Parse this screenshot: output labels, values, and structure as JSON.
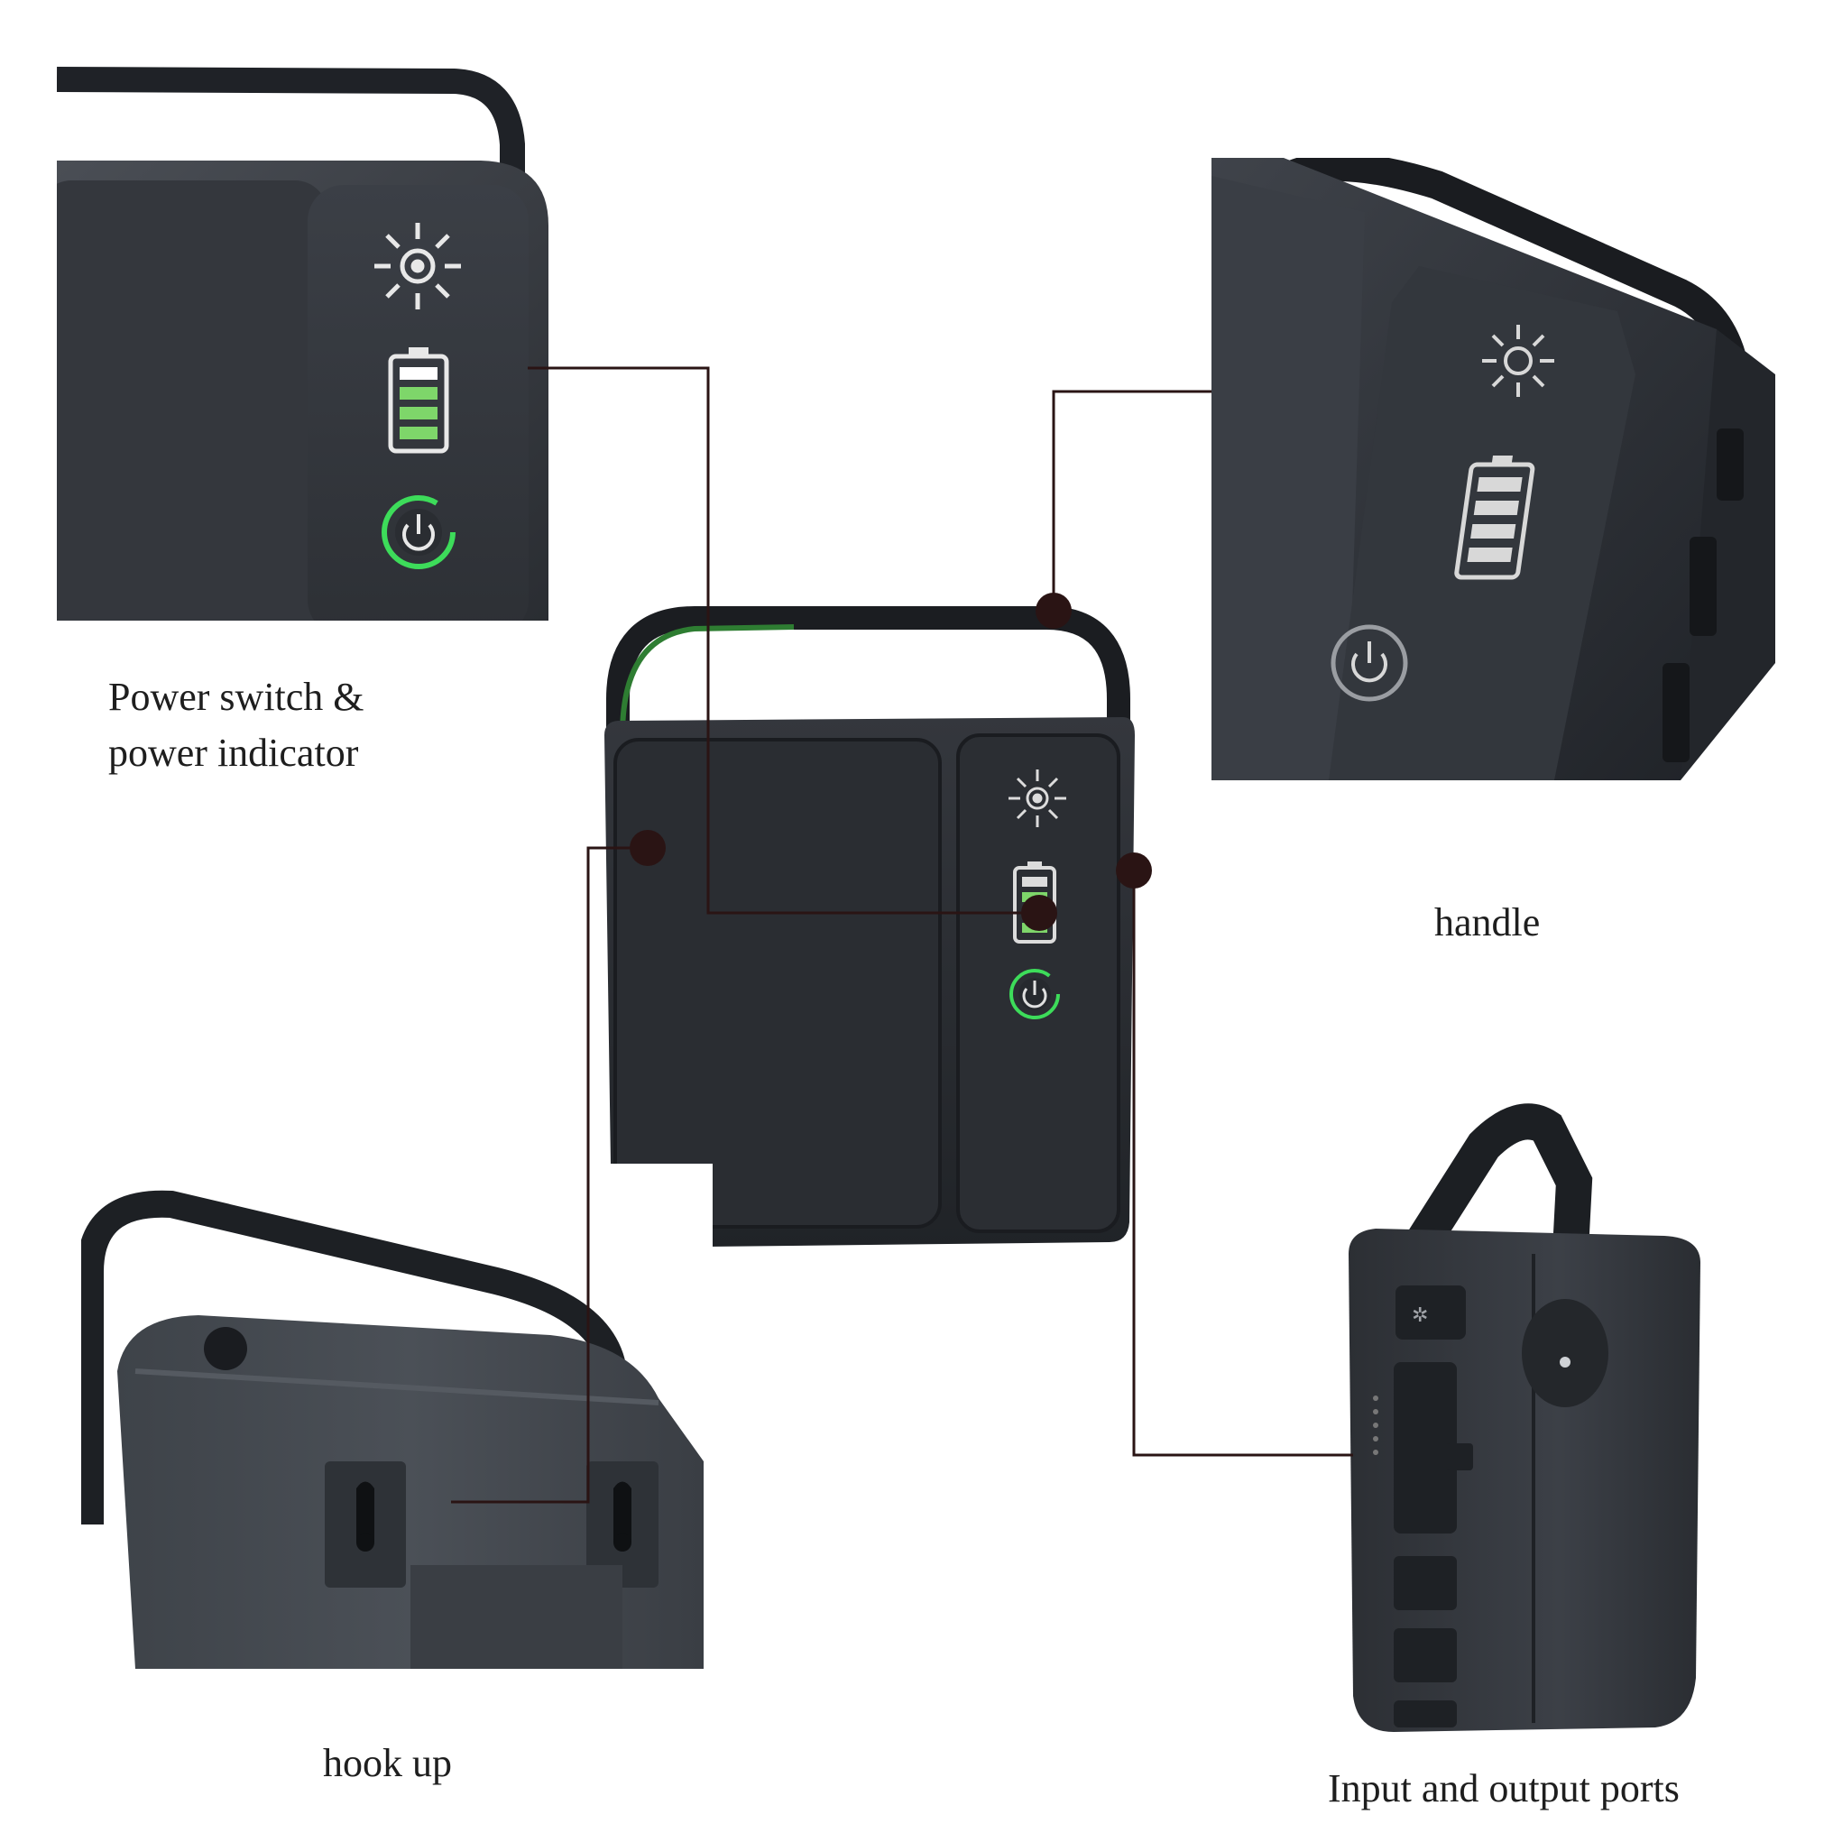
{
  "labels": {
    "power": {
      "line1": "Power switch &",
      "line2": "power indicator"
    },
    "handle": "handle",
    "hook": "hook up",
    "ports": "Input and output ports"
  },
  "photos": [
    {
      "name": "power-closeup-photo",
      "subject": "power switch and battery indicator panel"
    },
    {
      "name": "handle-closeup-photo",
      "subject": "handle and side of the device"
    },
    {
      "name": "center-device-photo",
      "subject": "front of the device"
    },
    {
      "name": "hook-closeup-photo",
      "subject": "back of the device with wall hooks"
    },
    {
      "name": "ports-closeup-photo",
      "subject": "side of the device with ports"
    }
  ],
  "indicator": {
    "battery_level_fraction": 0.75
  },
  "colors": {
    "device_body": "#2c2f34",
    "device_panel": "#25282d",
    "battery_green": "#7ed66a",
    "power_ring_green": "#3ddc5a",
    "connector_line": "#2a1414",
    "connector_dot": "#2a1414",
    "label_text": "#1e1e1e"
  },
  "icons": [
    "sun-icon",
    "battery-icon",
    "power-icon",
    "usb-port-icon",
    "tv-port-icon"
  ]
}
